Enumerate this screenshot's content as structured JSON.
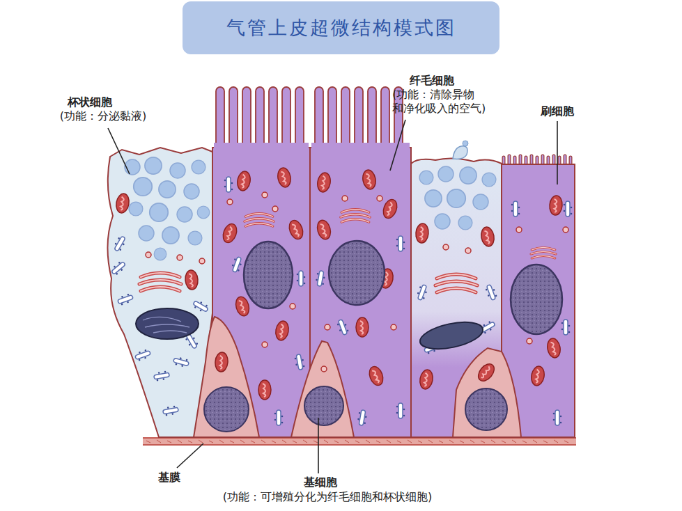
{
  "diagram": {
    "title": "气管上皮超微结构模式图",
    "labels": [
      "杯状细胞",
      "(功能：分泌黏液)",
      "纤毛细胞",
      "(功能：清除异物 和净化吸入的空气)",
      "刷细胞",
      "基膜",
      "基细胞",
      "(功能：可增殖分化为纤毛细胞和杯状细胞)"
    ]
  }
}
